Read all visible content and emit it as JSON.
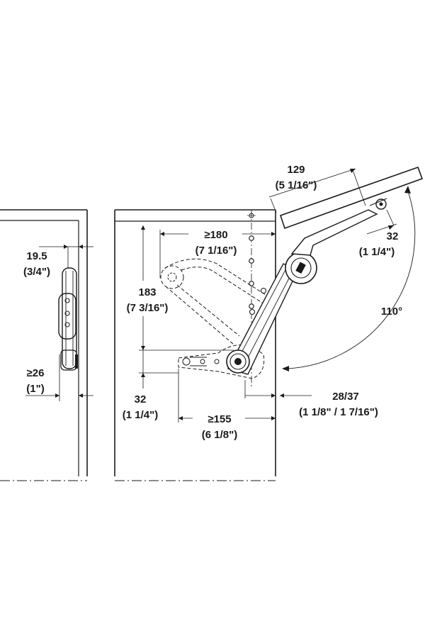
{
  "colors": {
    "ink": "#1a1a1a",
    "part_fill": "#ffffff",
    "panel_fill": "#ffffff",
    "background": "#ffffff"
  },
  "dimensions": {
    "side_thickness": {
      "value": "19.5",
      "inch": "(3/4\")"
    },
    "side_setback": {
      "value": "≥26",
      "inch": "(1\")"
    },
    "flap_length": {
      "value": "129",
      "inch": "(5 1/16\")"
    },
    "flap_offset": {
      "value": "32",
      "inch": "(1 1/4\")"
    },
    "depth_180": {
      "value": "≥180",
      "inch": "(7 1/16\")"
    },
    "height_183": {
      "value": "183",
      "inch": "(7 3/16\")"
    },
    "base_32": {
      "value": "32",
      "inch": "(1 1/4\")"
    },
    "depth_155": {
      "value": "≥155",
      "inch": "(6 1/8\")"
    },
    "door_thickness": {
      "value": "28/37",
      "inch": "(1 1/8\" / 1 7/16\")"
    },
    "opening_angle": {
      "value": "110°"
    }
  }
}
